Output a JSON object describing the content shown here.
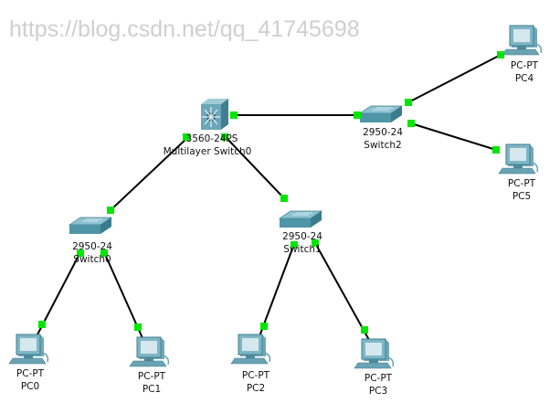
{
  "nodes": {
    "mls0": {
      "model": "3560-24PS",
      "name": "Multilayer Switch0"
    },
    "switch2": {
      "model": "2950-24",
      "name": "Switch2"
    },
    "switch0": {
      "model": "2950-24",
      "name": "Switch0"
    },
    "switch1": {
      "model": "2950-24",
      "name": "Switch1"
    },
    "pc0": {
      "model": "PC-PT",
      "name": "PC0"
    },
    "pc1": {
      "model": "PC-PT",
      "name": "PC1"
    },
    "pc2": {
      "model": "PC-PT",
      "name": "PC2"
    },
    "pc3": {
      "model": "PC-PT",
      "name": "PC3"
    },
    "pc4": {
      "model": "PC-PT",
      "name": "PC4"
    },
    "pc5": {
      "model": "PC-PT",
      "name": "PC5"
    }
  },
  "watermark": "https://blog.csdn.net/qq_41745698",
  "colors": {
    "link": "#000000",
    "port_up": "#00e600",
    "device": "#5f9fb0"
  }
}
